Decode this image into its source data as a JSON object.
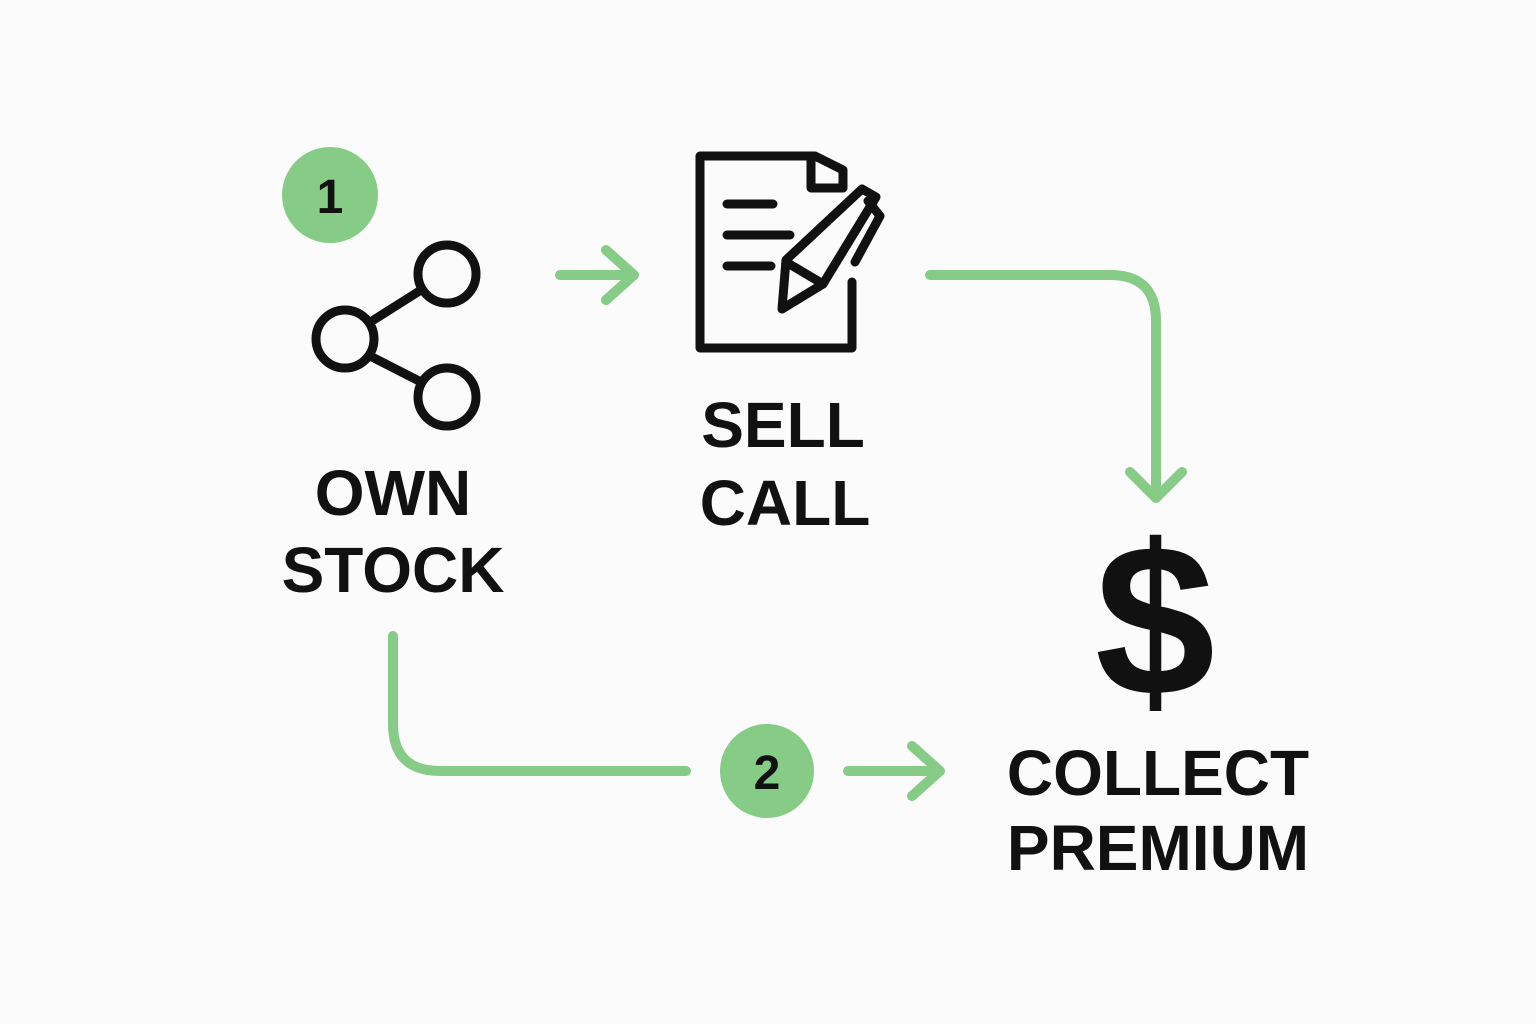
{
  "colors": {
    "accent": "#86cb86",
    "ink": "#111111",
    "background": "#fbfbfb"
  },
  "steps": [
    {
      "number": "1"
    },
    {
      "number": "2"
    }
  ],
  "nodes": {
    "own_stock": {
      "icon": "share-icon",
      "line1": "OWN",
      "line2": "STOCK"
    },
    "sell_call": {
      "icon": "document-pen-icon",
      "line1": "SELL",
      "line2": "CALL"
    },
    "collect_premium": {
      "icon": "dollar-sign-icon",
      "symbol": "$",
      "line1": "COLLECT",
      "line2": "PREMIUM"
    }
  }
}
